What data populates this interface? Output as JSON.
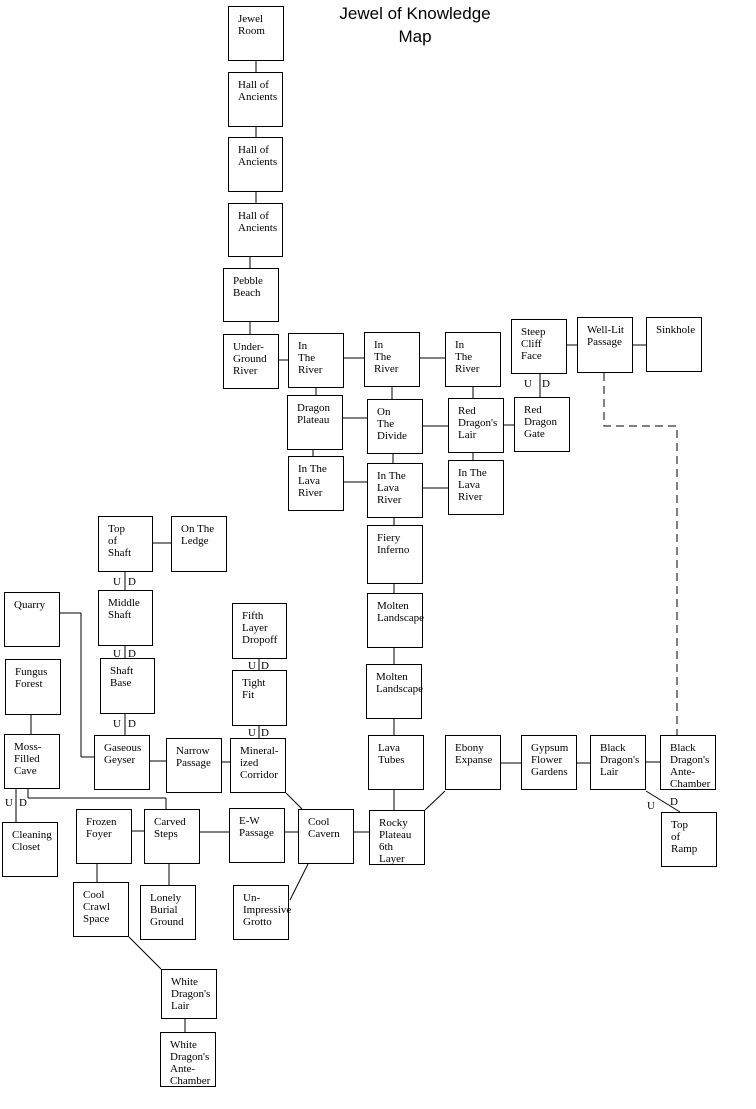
{
  "title": {
    "line1": "Jewel of Knowledge",
    "line2": "Map"
  },
  "rooms": [
    "Jewel\nRoom",
    "Hall of\nAncients",
    "Hall of\nAncients",
    "Hall of\nAncients",
    "Pebble\nBeach",
    "Under-\nGround\nRiver",
    "In\nThe\nRiver",
    "In\nThe\nRiver",
    "In\nThe\nRiver",
    "Steep\nCliff\nFace",
    "Well-Lit\nPassage",
    "Sinkhole",
    "Dragon\nPlateau",
    "On\nThe\nDivide",
    "Red\nDragon's\nLair",
    "Red\nDragon\nGate",
    "In The\nLava\nRiver",
    "In The\nLava\nRiver",
    "In The\nLava\nRiver",
    "Fiery\nInferno",
    "Molten\nLandscape",
    "Molten\nLandscape",
    "Lava\nTubes",
    "Rocky\nPlateau\n6th Layer",
    "Ebony\nExpanse",
    "Gypsum\nFlower\nGardens",
    "Black\nDragon's\nLair",
    "Black\nDragon's\nAnte-\nChamber",
    "Top\nof\nRamp",
    "Top\nof\nShaft",
    "On The\nLedge",
    "Middle\nShaft",
    "Shaft\nBase",
    "Quarry",
    "Fungus\nForest",
    "Moss-\nFilled\nCave",
    "Cleaning\nCloset",
    "Gaseous\nGeyser",
    "Narrow\nPassage",
    "Mineral-\nized\nCorridor",
    "Fifth\nLayer\nDropoff",
    "Tight\nFit",
    "Frozen\nFoyer",
    "Carved\nSteps",
    "E-W\nPassage",
    "Cool\nCavern",
    "Un-\nImpressive\nGrotto",
    "Cool\nCrawl\nSpace",
    "Lonely\nBurial\nGround",
    "White\nDragon's\nLair",
    "White\nDragon's\nAnte-\nChamber"
  ],
  "updown": {
    "up": "U",
    "down": "D"
  }
}
